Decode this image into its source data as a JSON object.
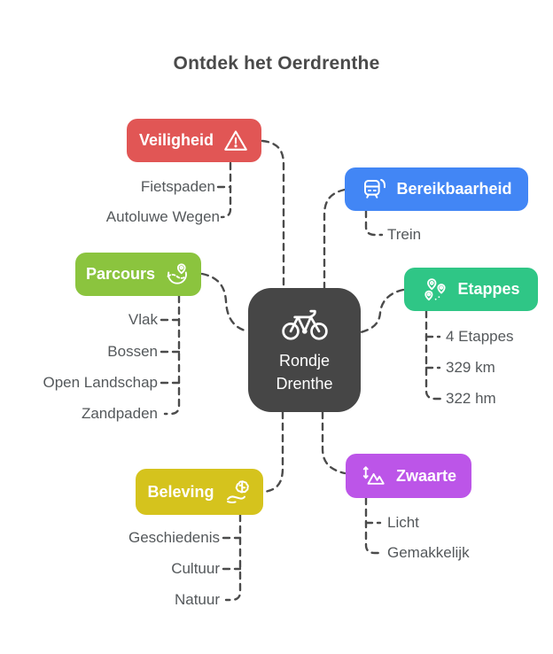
{
  "title": "Ontdek het Oerdrenthe",
  "colors": {
    "title_text": "#4a4a4a",
    "connector": "#4b4b4b",
    "child_text": "#54585b",
    "center": "#464646",
    "veiligheid": "#e15655",
    "bereikbaarheid": "#4286f5",
    "parcours": "#8bc43e",
    "etappes": "#2fc686",
    "beleving": "#d5c31d",
    "zwaarte": "#bc55e8"
  },
  "center": {
    "lines": [
      "Rondje",
      "Drenthe"
    ],
    "icon": "bicycle-icon"
  },
  "branches": [
    {
      "id": "veiligheid",
      "label": "Veiligheid",
      "color": "#e15655",
      "icon": "warning-icon",
      "children": [
        "Fietspaden",
        "Autoluwe Wegen"
      ]
    },
    {
      "id": "bereikbaarheid",
      "label": "Bereikbaarheid",
      "color": "#4286f5",
      "icon": "train-icon",
      "children": [
        "Trein"
      ]
    },
    {
      "id": "parcours",
      "label": "Parcours",
      "color": "#8bc43e",
      "icon": "route-map-icon",
      "children": [
        "Vlak",
        "Bossen",
        "Open Landschap",
        "Zandpaden"
      ]
    },
    {
      "id": "etappes",
      "label": "Etappes",
      "color": "#2fc686",
      "icon": "map-pins-icon",
      "children": [
        "4 Etappes",
        "329 km",
        "322 hm"
      ]
    },
    {
      "id": "beleving",
      "label": "Beleving",
      "color": "#d5c31d",
      "icon": "hand-brain-icon",
      "children": [
        "Geschiedenis",
        "Cultuur",
        "Natuur"
      ]
    },
    {
      "id": "zwaarte",
      "label": "Zwaarte",
      "color": "#bc55e8",
      "icon": "mountains-icon",
      "children": [
        "Licht",
        "Gemakkelijk"
      ]
    }
  ]
}
